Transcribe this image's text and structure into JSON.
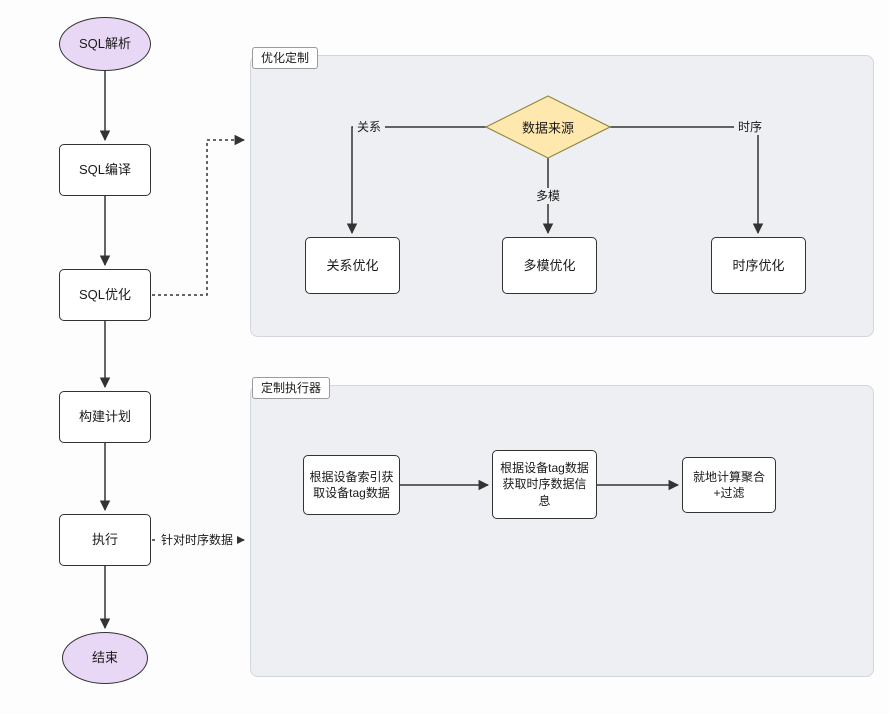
{
  "diagram": {
    "main_flow": {
      "start": "SQL解析",
      "compile": "SQL编译",
      "optimize": "SQL优化",
      "build_plan": "构建计划",
      "execute": "执行",
      "end": "结束"
    },
    "optimize_custom": {
      "title": "优化定制",
      "decision": "数据来源",
      "branch_relation": "关系",
      "branch_multimodal": "多模",
      "branch_timeseries": "时序",
      "node_relation": "关系优化",
      "node_multimodal": "多模优化",
      "node_timeseries": "时序优化"
    },
    "custom_executor": {
      "title": "定制执行器",
      "step1": "根据设备索引获取设备tag数据",
      "step2": "根据设备tag数据获取时序数据信息",
      "step3": "就地计算聚合+过滤"
    },
    "edge_labels": {
      "timeseries_data": "针对时序数据"
    },
    "colors": {
      "terminal_fill": "#e9d8f5",
      "decision_fill": "#ffe8ad",
      "decision_border": "#8f883f",
      "node_fill": "#ffffff",
      "node_border": "#333333",
      "container_fill": "#edeff3",
      "container_border": "#d3d6dd",
      "line": "#333333"
    }
  }
}
